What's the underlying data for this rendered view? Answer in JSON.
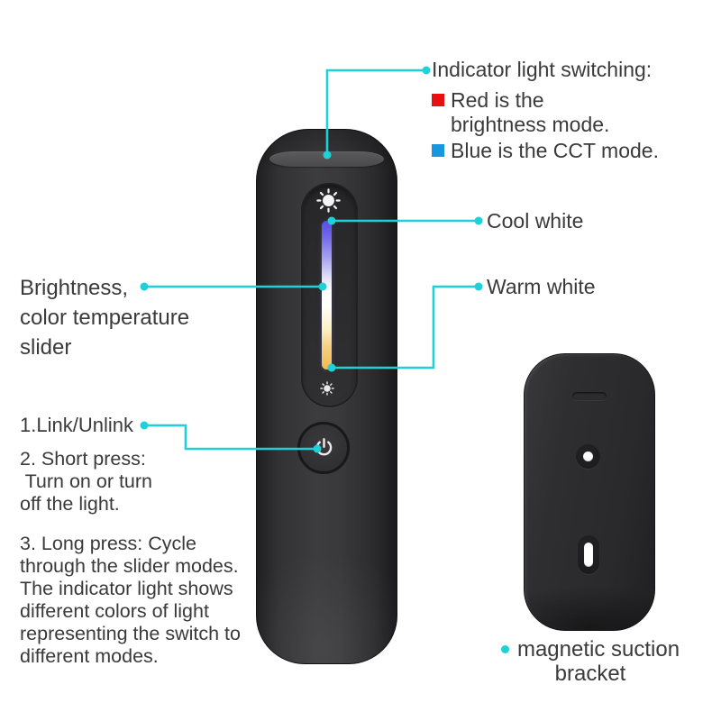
{
  "colors": {
    "callout": "#1fd1d6",
    "red": "#e8100e",
    "blue": "#1896e0",
    "text": "#3a3a3a"
  },
  "annotations": {
    "indicator": {
      "title": "Indicator light switching:",
      "red_text": "Red is the\nbrightness mode.",
      "blue_text": "Blue is the CCT mode."
    },
    "cool_white": "Cool white",
    "warm_white": "Warm white",
    "slider": "Brightness,\ncolor temperature\nslider",
    "link": "1.Link/Unlink",
    "short_press": "2. Short press:\n Turn on or turn\noff the light.",
    "long_press": "3. Long press: Cycle\nthrough the slider modes.\nThe indicator light shows\ndifferent colors of light\nrepresenting the switch to\ndifferent modes.",
    "bracket_line1": "magnetic suction",
    "bracket_line2": "bracket"
  },
  "icons": {
    "sun_top": "brightness-sun",
    "sun_bottom": "brightness-sun-small",
    "power": "power-symbol",
    "bullet": "cyan-dot"
  }
}
